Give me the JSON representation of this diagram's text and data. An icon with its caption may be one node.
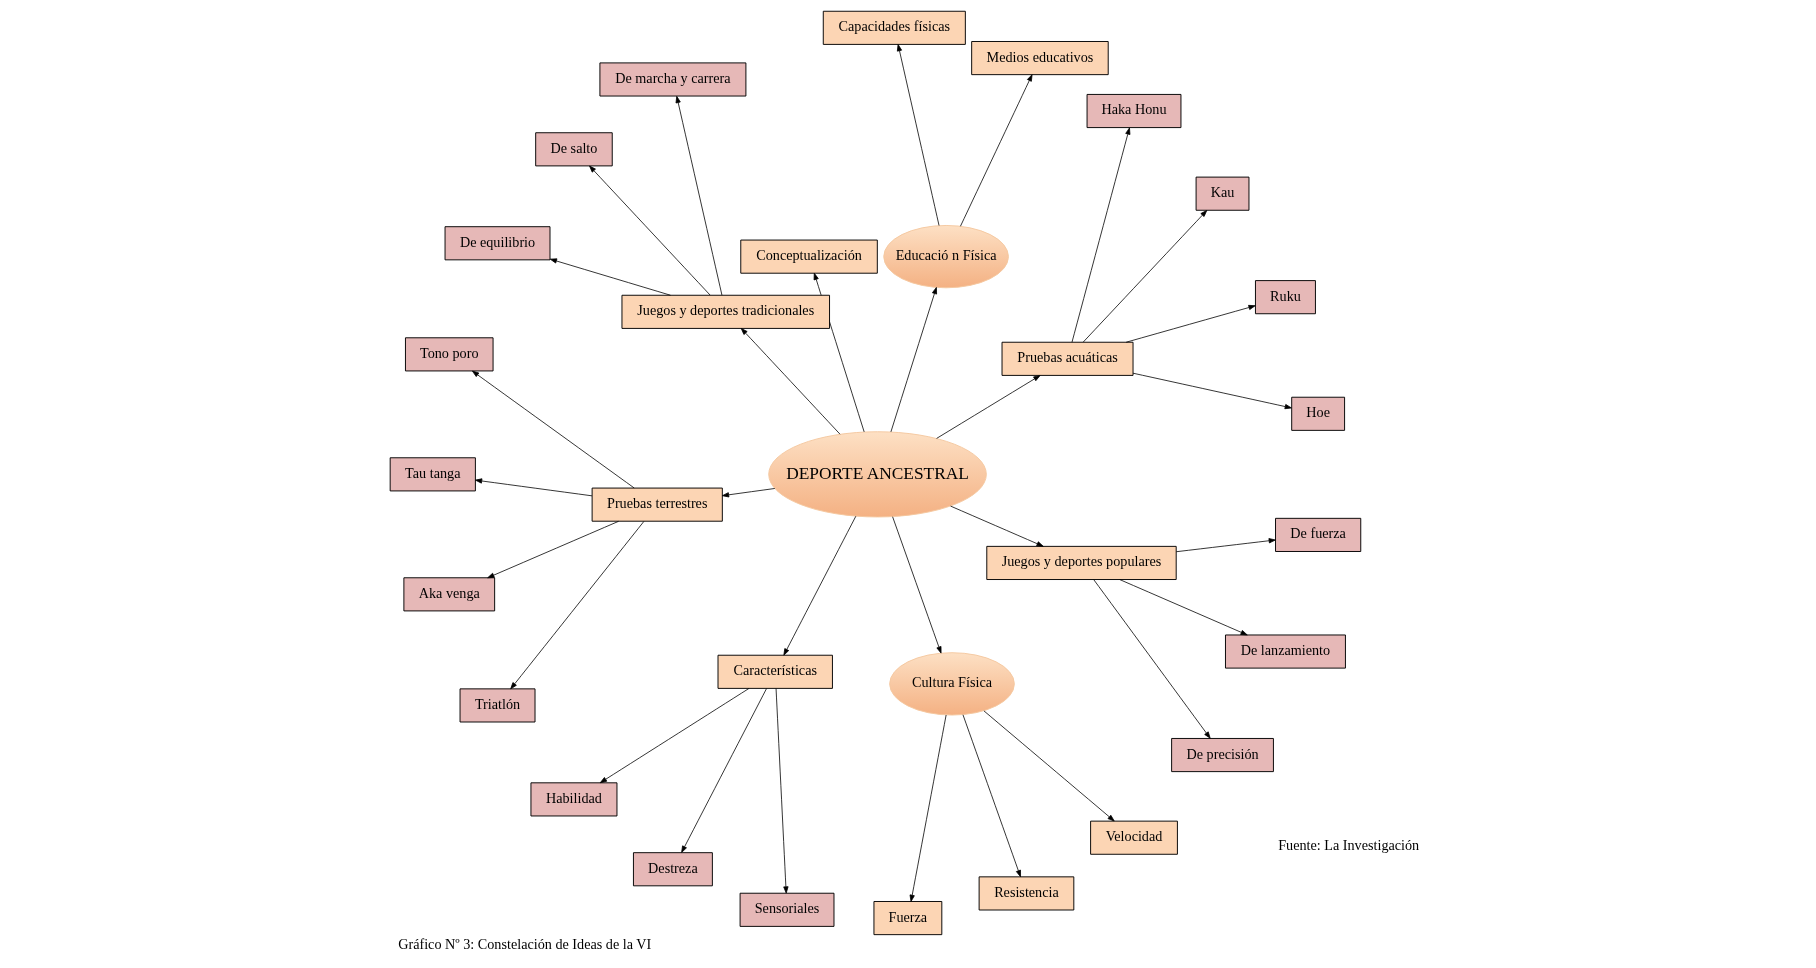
{
  "diagram": {
    "caption": "Gráfico Nº 3: Constelación de Ideas de la VI",
    "nodes": [
      {
        "text": [
          "DEPORTE ANCESTRAL"
        ]
      },
      {
        "text": [
          "Pruebas acuáticas"
        ]
      },
      {
        "text": [
          "Hoe"
        ]
      },
      {
        "text": [
          "Ruku"
        ]
      },
      {
        "text": [
          "Kau"
        ]
      },
      {
        "text": [
          "Haka Honu"
        ]
      },
      {
        "text": [
          "Educació n Física"
        ]
      },
      {
        "text": [
          "Medios educativos"
        ]
      },
      {
        "text": [
          "Capacidades físicas"
        ]
      },
      {
        "text": [
          "Conceptualización"
        ]
      },
      {
        "text": [
          "Juegos y deportes tradicionales"
        ]
      },
      {
        "text": [
          "De marcha y carrera"
        ]
      },
      {
        "text": [
          "De salto"
        ]
      },
      {
        "text": [
          "De equilibrio"
        ]
      },
      {
        "text": [
          "Pruebas terrestres"
        ]
      },
      {
        "text": [
          "Tono poro"
        ]
      },
      {
        "text": [
          "Tau tanga"
        ]
      },
      {
        "text": [
          "Aka venga"
        ]
      },
      {
        "text": [
          "Triatlón"
        ]
      },
      {
        "text": [
          "Características"
        ]
      },
      {
        "text": [
          "Habilidad"
        ]
      },
      {
        "text": [
          "Destreza"
        ]
      },
      {
        "text": [
          "Sensoriales"
        ]
      },
      {
        "text": [
          "Cultura Física"
        ]
      },
      {
        "text": [
          "Fuerza"
        ]
      },
      {
        "text": [
          "Resistencia"
        ]
      },
      {
        "text": [
          "Velocidad"
        ]
      },
      {
        "text": [
          "Juegos y deportes populares"
        ]
      },
      {
        "text": [
          "De precisión"
        ]
      },
      {
        "text": [
          "De lanzamiento"
        ]
      },
      {
        "text": [
          "De fuerza"
        ]
      }
    ],
    "edges": [
      {
        "from": 0,
        "to": 1,
        "arrow": "to"
      },
      {
        "from": 1,
        "to": 2,
        "arrow": "to"
      },
      {
        "from": 1,
        "to": 3,
        "arrow": "to"
      },
      {
        "from": 1,
        "to": 4,
        "arrow": "to"
      },
      {
        "from": 1,
        "to": 5,
        "arrow": "to"
      },
      {
        "from": 0,
        "to": 6,
        "arrow": "to"
      },
      {
        "from": 6,
        "to": 7,
        "arrow": "to"
      },
      {
        "from": 6,
        "to": 8,
        "arrow": "to"
      },
      {
        "from": 0,
        "to": 9,
        "arrow": "to"
      },
      {
        "from": 0,
        "to": 10,
        "arrow": "to"
      },
      {
        "from": 10,
        "to": 11,
        "arrow": "to"
      },
      {
        "from": 10,
        "to": 12,
        "arrow": "to"
      },
      {
        "from": 10,
        "to": 13,
        "arrow": "to"
      },
      {
        "from": 0,
        "to": 14,
        "arrow": "to"
      },
      {
        "from": 14,
        "to": 15,
        "arrow": "to"
      },
      {
        "from": 14,
        "to": 16,
        "arrow": "to"
      },
      {
        "from": 14,
        "to": 17,
        "arrow": "to"
      },
      {
        "from": 14,
        "to": 18,
        "arrow": "to"
      },
      {
        "from": 0,
        "to": 19,
        "arrow": "to"
      },
      {
        "from": 19,
        "to": 20,
        "arrow": "to"
      },
      {
        "from": 19,
        "to": 21,
        "arrow": "to"
      },
      {
        "from": 19,
        "to": 22,
        "arrow": "to"
      },
      {
        "from": 0,
        "to": 23,
        "arrow": "to"
      },
      {
        "from": 23,
        "to": 24,
        "arrow": "to"
      },
      {
        "from": 23,
        "to": 25,
        "arrow": "to"
      },
      {
        "from": 23,
        "to": 26,
        "arrow": "to"
      },
      {
        "from": 0,
        "to": 27,
        "arrow": "to"
      },
      {
        "from": 27,
        "to": 28,
        "arrow": "to"
      },
      {
        "from": 27,
        "to": 29,
        "arrow": "to"
      },
      {
        "from": 27,
        "to": 30,
        "arrow": "to"
      }
    ],
    "labels": [
      "Fuente: La Investigación"
    ]
  }
}
